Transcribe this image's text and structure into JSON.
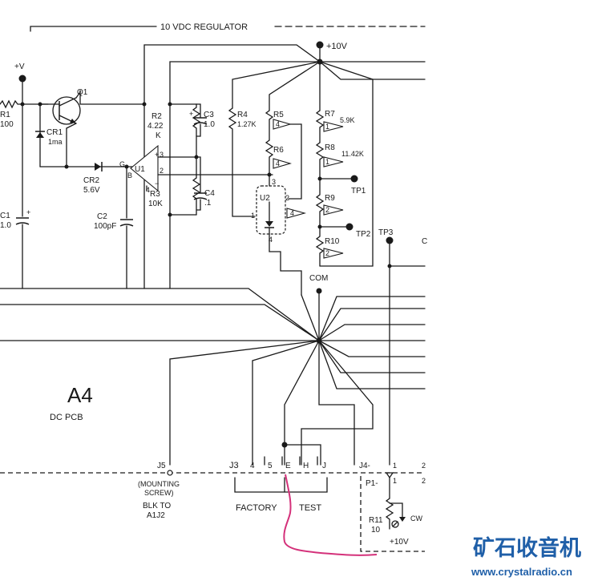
{
  "title": "10 VDC REGULATOR",
  "rail": {
    "v10": "+10V",
    "vplus": "+V"
  },
  "transistor": {
    "ref": "Q1"
  },
  "res": {
    "r1": "R1",
    "r1v": "100",
    "r2": "R2",
    "r2v": "4.22",
    "r2u": "K",
    "r3": "R3",
    "r3v": "10K",
    "r4": "R4",
    "r4v": "1.27K",
    "r5": "R5",
    "r6": "R6",
    "r7": "R7",
    "r7v": "5.9K",
    "r8": "R8",
    "r8v": "11.42K",
    "r9": "R9",
    "r10": "R10",
    "r11": "R11",
    "r11v": "10"
  },
  "caps": {
    "c1": "C1",
    "c1v": "1.0",
    "c2": "C2",
    "c2v": "100pF",
    "c3": "C3",
    "c3v": "1.0",
    "c4": "C4",
    "c4v": ".1"
  },
  "diodes": {
    "cr1": "CR1",
    "cr1v": "1ma",
    "cr2": "CR2",
    "cr2v": "5.6V"
  },
  "ics": {
    "u1": "U1",
    "u2": "U2"
  },
  "u1pins": {
    "p3": "3",
    "p2": "2",
    "p4": "4",
    "g": "G",
    "b": "B"
  },
  "u2pins": {
    "p1": "1",
    "p2": "2",
    "p3": "3",
    "p4": "4"
  },
  "flags": {
    "f4": "4",
    "f1": "1",
    "f2": "2"
  },
  "testpoints": {
    "tp1": "TP1",
    "tp2": "TP2",
    "tp3": "TP3"
  },
  "com": "COM",
  "board": {
    "name": "A4",
    "sub": "DC PCB"
  },
  "conn": {
    "j5": "J5",
    "j3": "J3",
    "j4": "J4-",
    "p1": "P1-",
    "pins": [
      "4",
      "5",
      "E",
      "H",
      "J"
    ],
    "j4pins": [
      "1",
      "2"
    ],
    "p1pins": [
      "1",
      "2"
    ],
    "mount1": "(MOUNTING",
    "mount2": "SCREW)",
    "blk1": "BLK TO",
    "blk2": "A1J2"
  },
  "factory": {
    "a": "FACTORY",
    "b": "TEST"
  },
  "cw": "CW",
  "edge": {
    "c": "C"
  },
  "watermark": {
    "cn": "矿石收音机",
    "url": "www.crystalradio.cn"
  },
  "colors": {
    "ink": "#1a1a1a",
    "pink": "#d4317a",
    "brand": "#1f5fa8"
  }
}
